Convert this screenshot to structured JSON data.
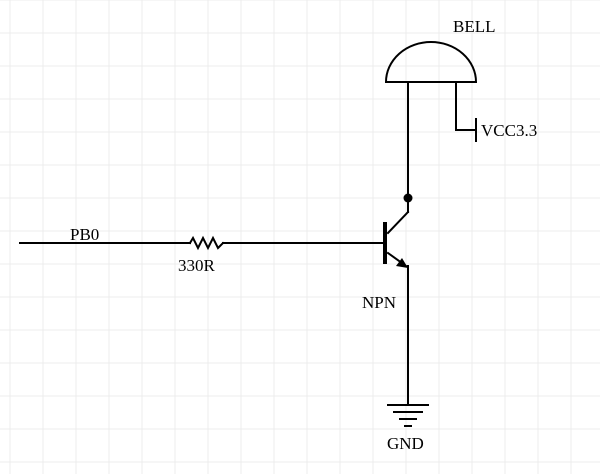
{
  "labels": {
    "bell": "BELL",
    "vcc": "VCC3.3",
    "pb0": "PB0",
    "resistor": "330R",
    "transistor": "NPN",
    "gnd": "GND"
  },
  "colors": {
    "line": "#000000",
    "grid": "#ececec",
    "background": "#ffffff"
  }
}
